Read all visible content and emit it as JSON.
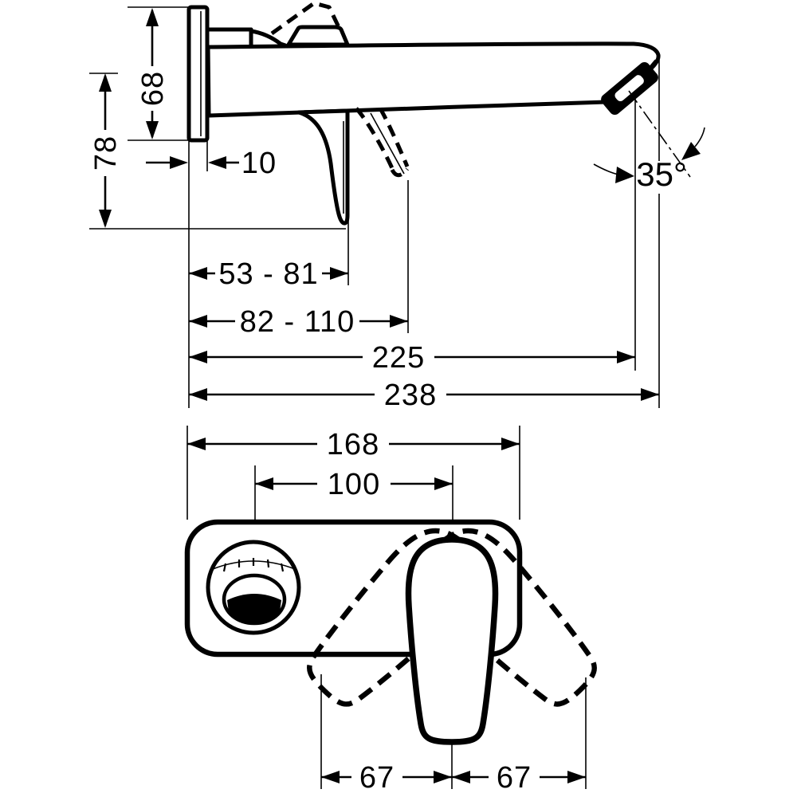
{
  "drawing": {
    "kind": "technical dimension drawing",
    "subject": "wall-mounted single-lever basin mixer with spout",
    "units": "mm",
    "line_color": "#000000",
    "background": "#ffffff"
  },
  "side": {
    "plate_height": "68",
    "height_overall": "78",
    "plate_depth": "10",
    "lever_closed_reach": "53 - 81",
    "lever_open_reach": "82 - 110",
    "aerator_projection": "225",
    "spout_length": "238",
    "spout_angle": "35°"
  },
  "front": {
    "plate_width": "168",
    "centers_distance": "100",
    "lever_swing_left": "67",
    "lever_swing_right": "67"
  }
}
